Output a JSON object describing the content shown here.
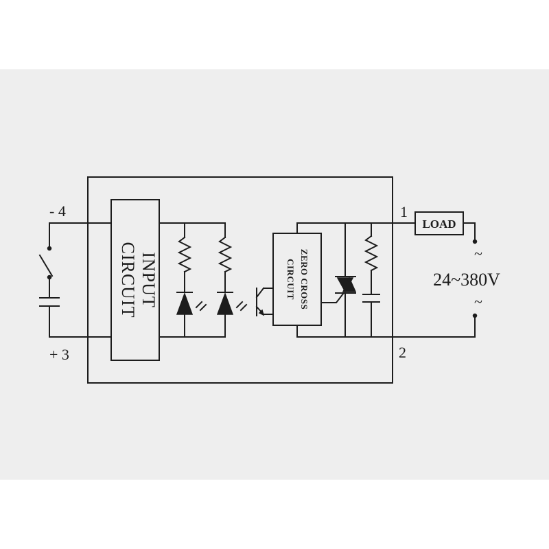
{
  "terminals": {
    "t4": "- 4",
    "t3": "+ 3",
    "t1": "1",
    "t2": "2"
  },
  "input_circuit": {
    "line1": "INPUT",
    "line2": "CIRCUIT"
  },
  "zero_cross": {
    "line1": "ZERO CROSS",
    "line2": "CIRCUIT"
  },
  "load_label": "LOAD",
  "voltage_label": "24~380V",
  "ac_symbol": "~",
  "colors": {
    "background": "#eeeeee",
    "ink": "#1c1c1c"
  }
}
